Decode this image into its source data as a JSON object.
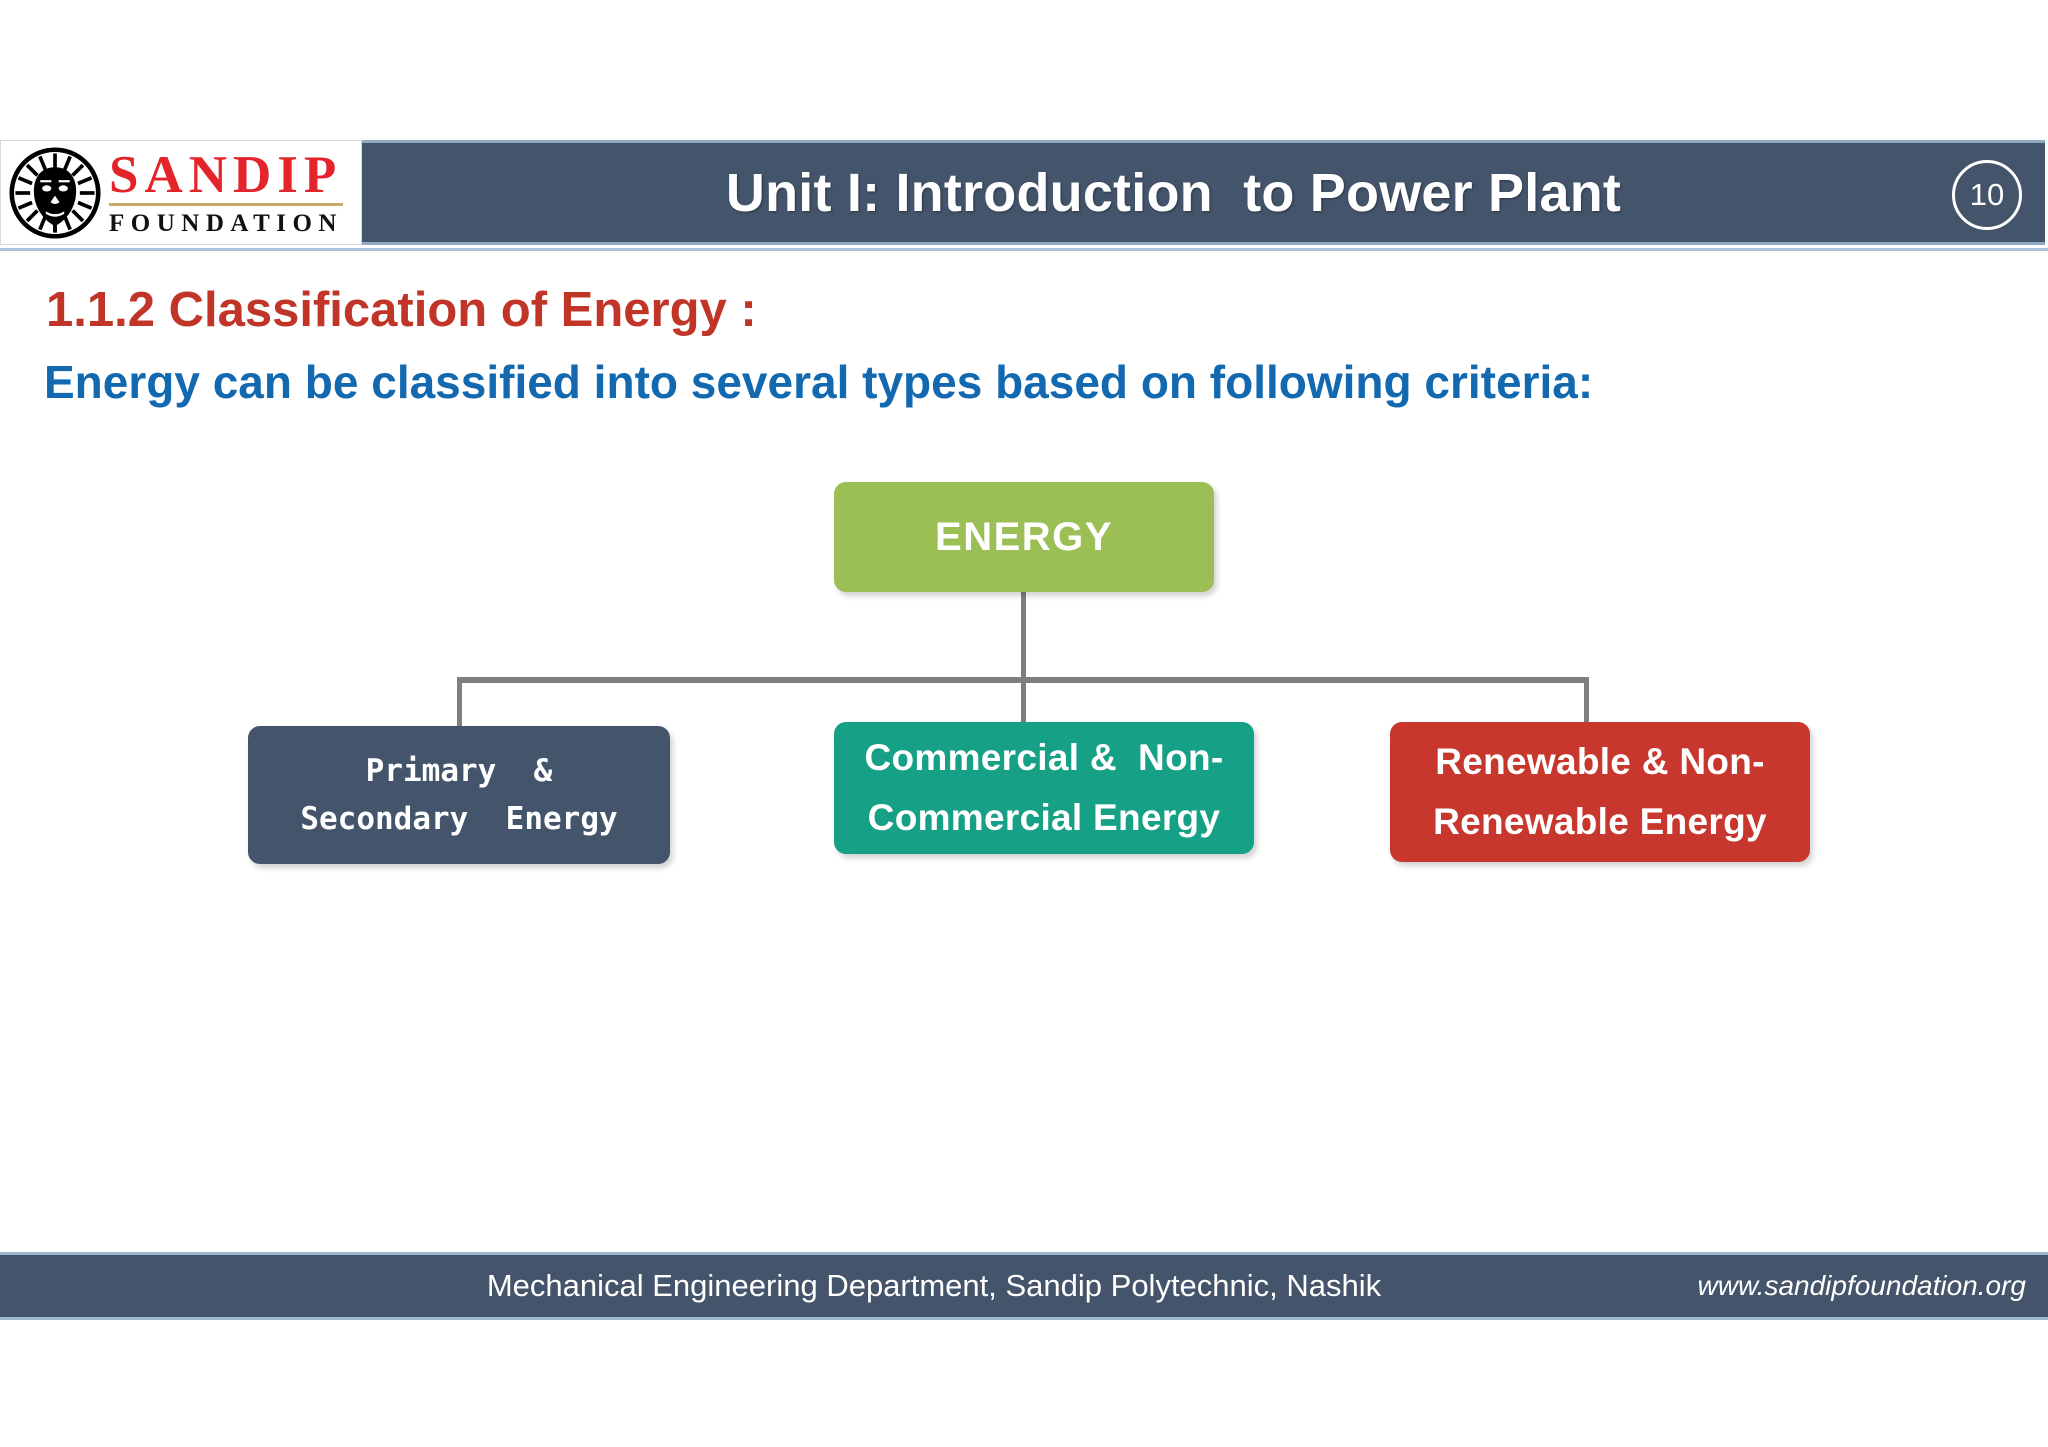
{
  "header": {
    "title": "Unit I: Introduction  to Power Plant",
    "page_number": "10",
    "accent_bar_color": "#43546b",
    "accent_edge_color": "#8faac4",
    "logo": {
      "mark": "lion-head-circle-icon",
      "name_top": "SANDIP",
      "name_bottom": "FOUNDATION",
      "name_top_color": "#e3242b",
      "name_bottom_color": "#111111",
      "rule_color": "#c8a96a"
    }
  },
  "content": {
    "section_heading": "1.1.2 Classification of Energy :",
    "section_heading_color": "#c03528",
    "section_subtitle": "Energy can be classified into several types based on following criteria:",
    "section_subtitle_color": "#1269b0"
  },
  "chart_data": {
    "type": "diagram",
    "diagram_kind": "hierarchy-tree",
    "title": "Classification of Energy",
    "connector_color": "#7f7f7f",
    "root": {
      "id": "energy",
      "label": "ENERGY",
      "color": "#9cbf55",
      "text_color": "#ffffff"
    },
    "children": [
      {
        "id": "primary-secondary",
        "lines": [
          "Primary  &",
          "Secondary  Energy"
        ],
        "color": "#44546a",
        "text_color": "#ffffff"
      },
      {
        "id": "commercial-noncommercial",
        "lines": [
          "Commercial &  Non-",
          "Commercial Energy"
        ],
        "color": "#16a085",
        "text_color": "#ffffff"
      },
      {
        "id": "renewable-nonrenewable",
        "lines": [
          "Renewable & Non-",
          "Renewable Energy"
        ],
        "color": "#c8372d",
        "text_color": "#ffffff"
      }
    ]
  },
  "footer": {
    "text": "Mechanical Engineering Department, Sandip Polytechnic, Nashik",
    "url": "www.sandipfoundation.org",
    "bar_color": "#44546a"
  }
}
